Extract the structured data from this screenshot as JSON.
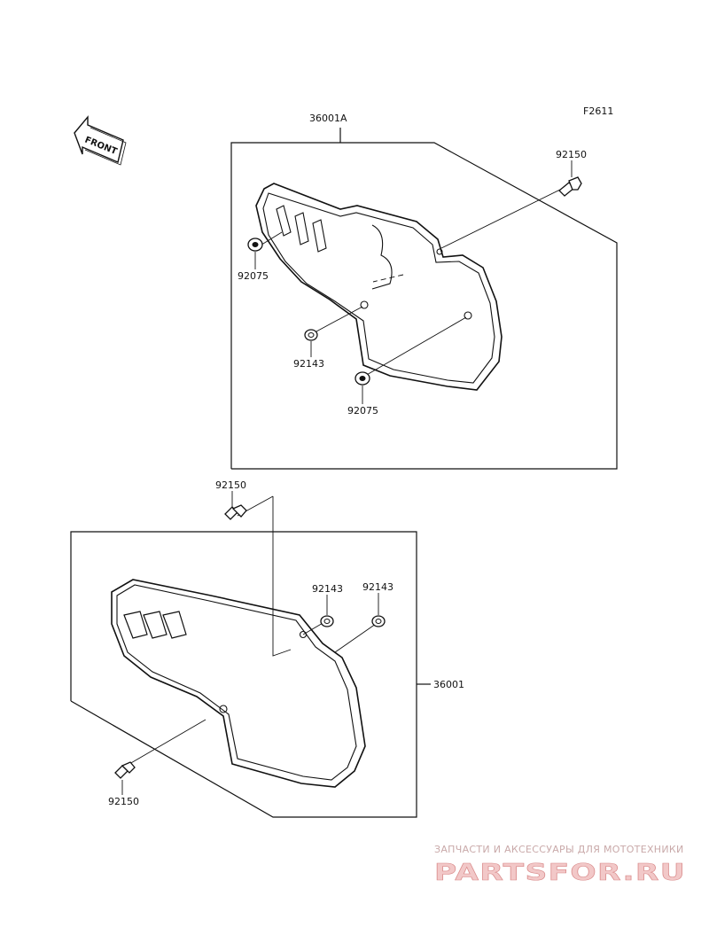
{
  "figure_code": "F2611",
  "front_label": "FRONT",
  "parts": {
    "upper_cover": "36001A",
    "lower_cover": "36001",
    "bolt_top_right": "92150",
    "grommet_upper_left": "92075",
    "collar_upper": "92143",
    "grommet_upper_bottom": "92075",
    "bolt_middle": "92150",
    "collar_lower_left": "92143",
    "collar_lower_right": "92143",
    "bolt_bottom": "92150"
  },
  "watermark": {
    "tagline": "ЗАПЧАСТИ И АКСЕССУАРЫ ДЛЯ МОТОТЕХНИКИ",
    "brand": "PARTSFOR.RU"
  }
}
